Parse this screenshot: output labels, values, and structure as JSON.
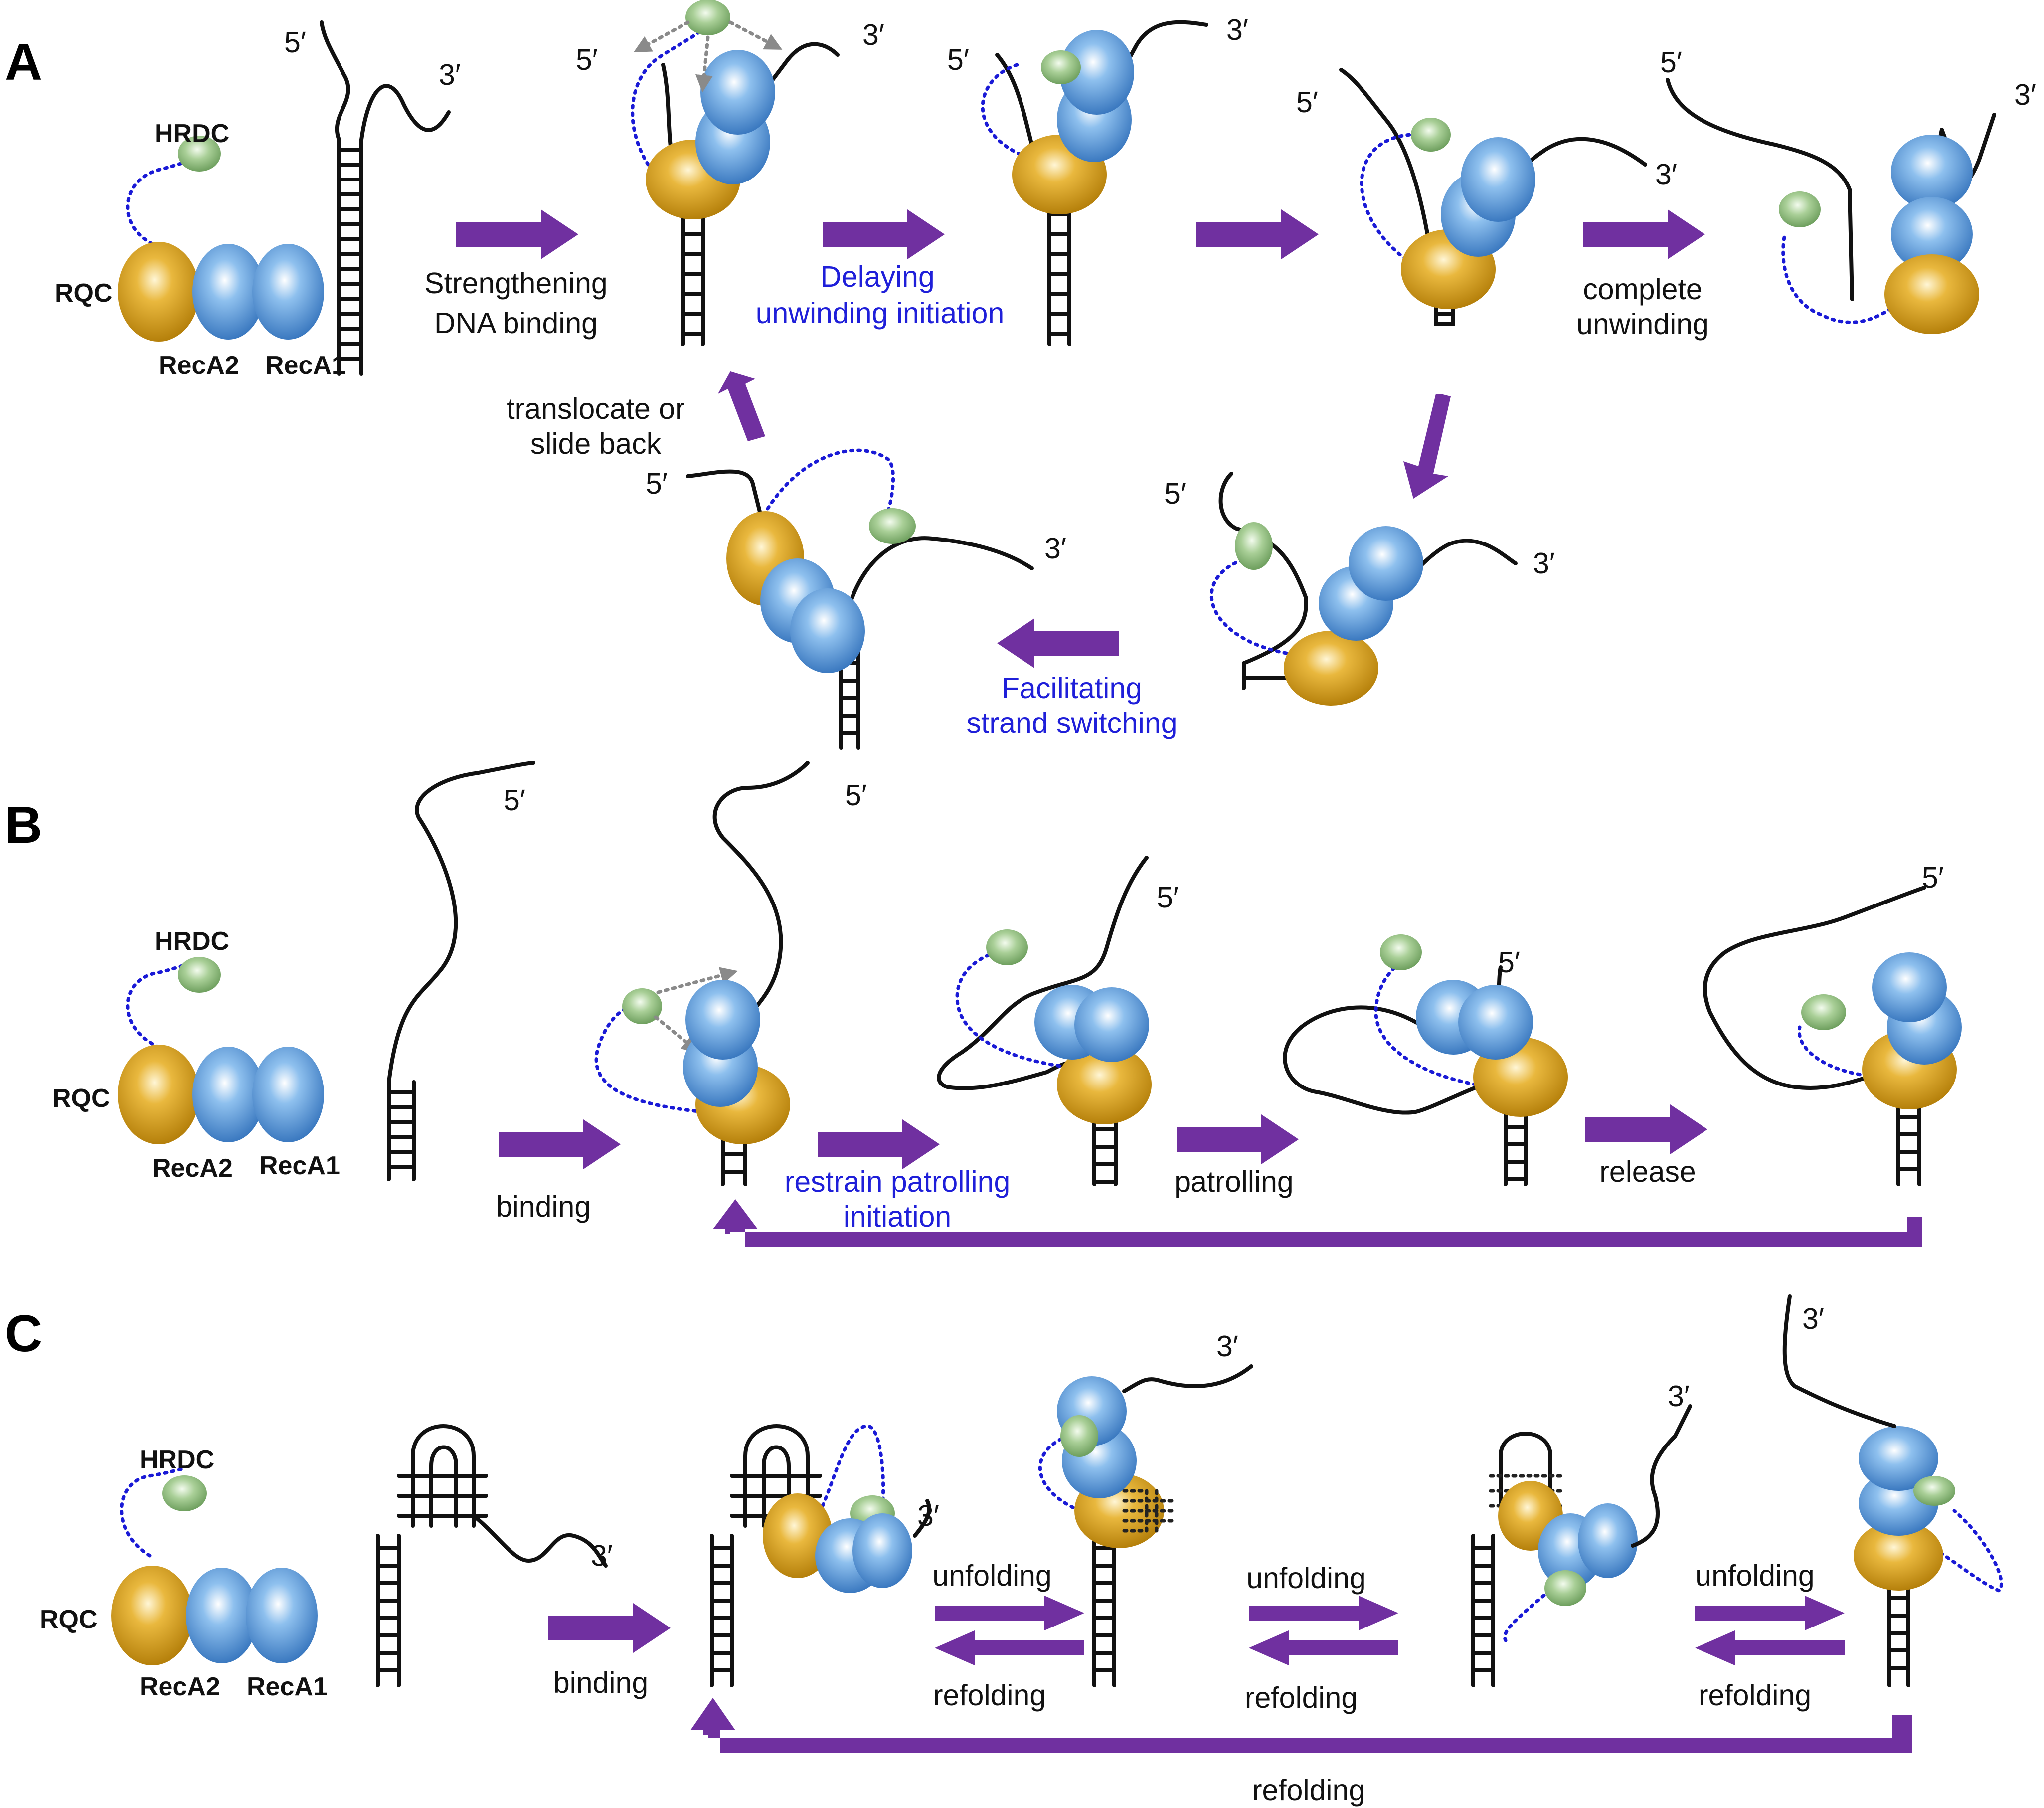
{
  "panels": {
    "a": "A",
    "b": "B",
    "c": "C"
  },
  "domains": {
    "hrdc": "HRDC",
    "rqc": "RQC",
    "reca2": "RecA2",
    "reca1": "RecA1"
  },
  "ends": {
    "five": "5′",
    "three": "3′"
  },
  "steps": {
    "a_strengthen_1": "Strengthening",
    "a_strengthen_2": "DNA binding",
    "a_delay_1": "Delaying",
    "a_delay_2": "unwinding initiation",
    "a_complete_1": "complete",
    "a_complete_2": "unwinding",
    "a_translocate_1": "translocate or",
    "a_translocate_2": "slide back",
    "a_switch_1": "Facilitating",
    "a_switch_2": "strand switching",
    "b_binding": "binding",
    "b_restrain_1": "restrain patrolling",
    "b_restrain_2": "initiation",
    "b_patrolling": "patrolling",
    "b_release": "release",
    "c_binding": "binding",
    "c_unfolding": "unfolding",
    "c_refolding": "refolding"
  },
  "colors": {
    "rqc": "#d9a21c",
    "reca": "#5a9bd8",
    "hrdc": "#8fbe80",
    "arrow": "#7030a0",
    "linker": "#1a1ad6",
    "emphasis": "#1f1fd9"
  }
}
